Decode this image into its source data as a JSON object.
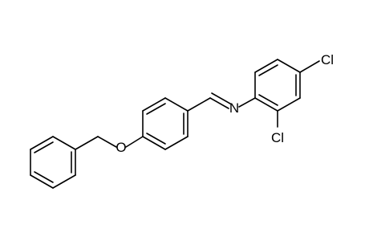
{
  "molecule": {
    "atom_labels": {
      "oxygen": "O",
      "nitrogen": "N",
      "chlorine_top": "Cl",
      "chlorine_bottom": "Cl"
    },
    "colors": {
      "bond": "#000000",
      "label": "#000000",
      "background": "#ffffff"
    }
  }
}
